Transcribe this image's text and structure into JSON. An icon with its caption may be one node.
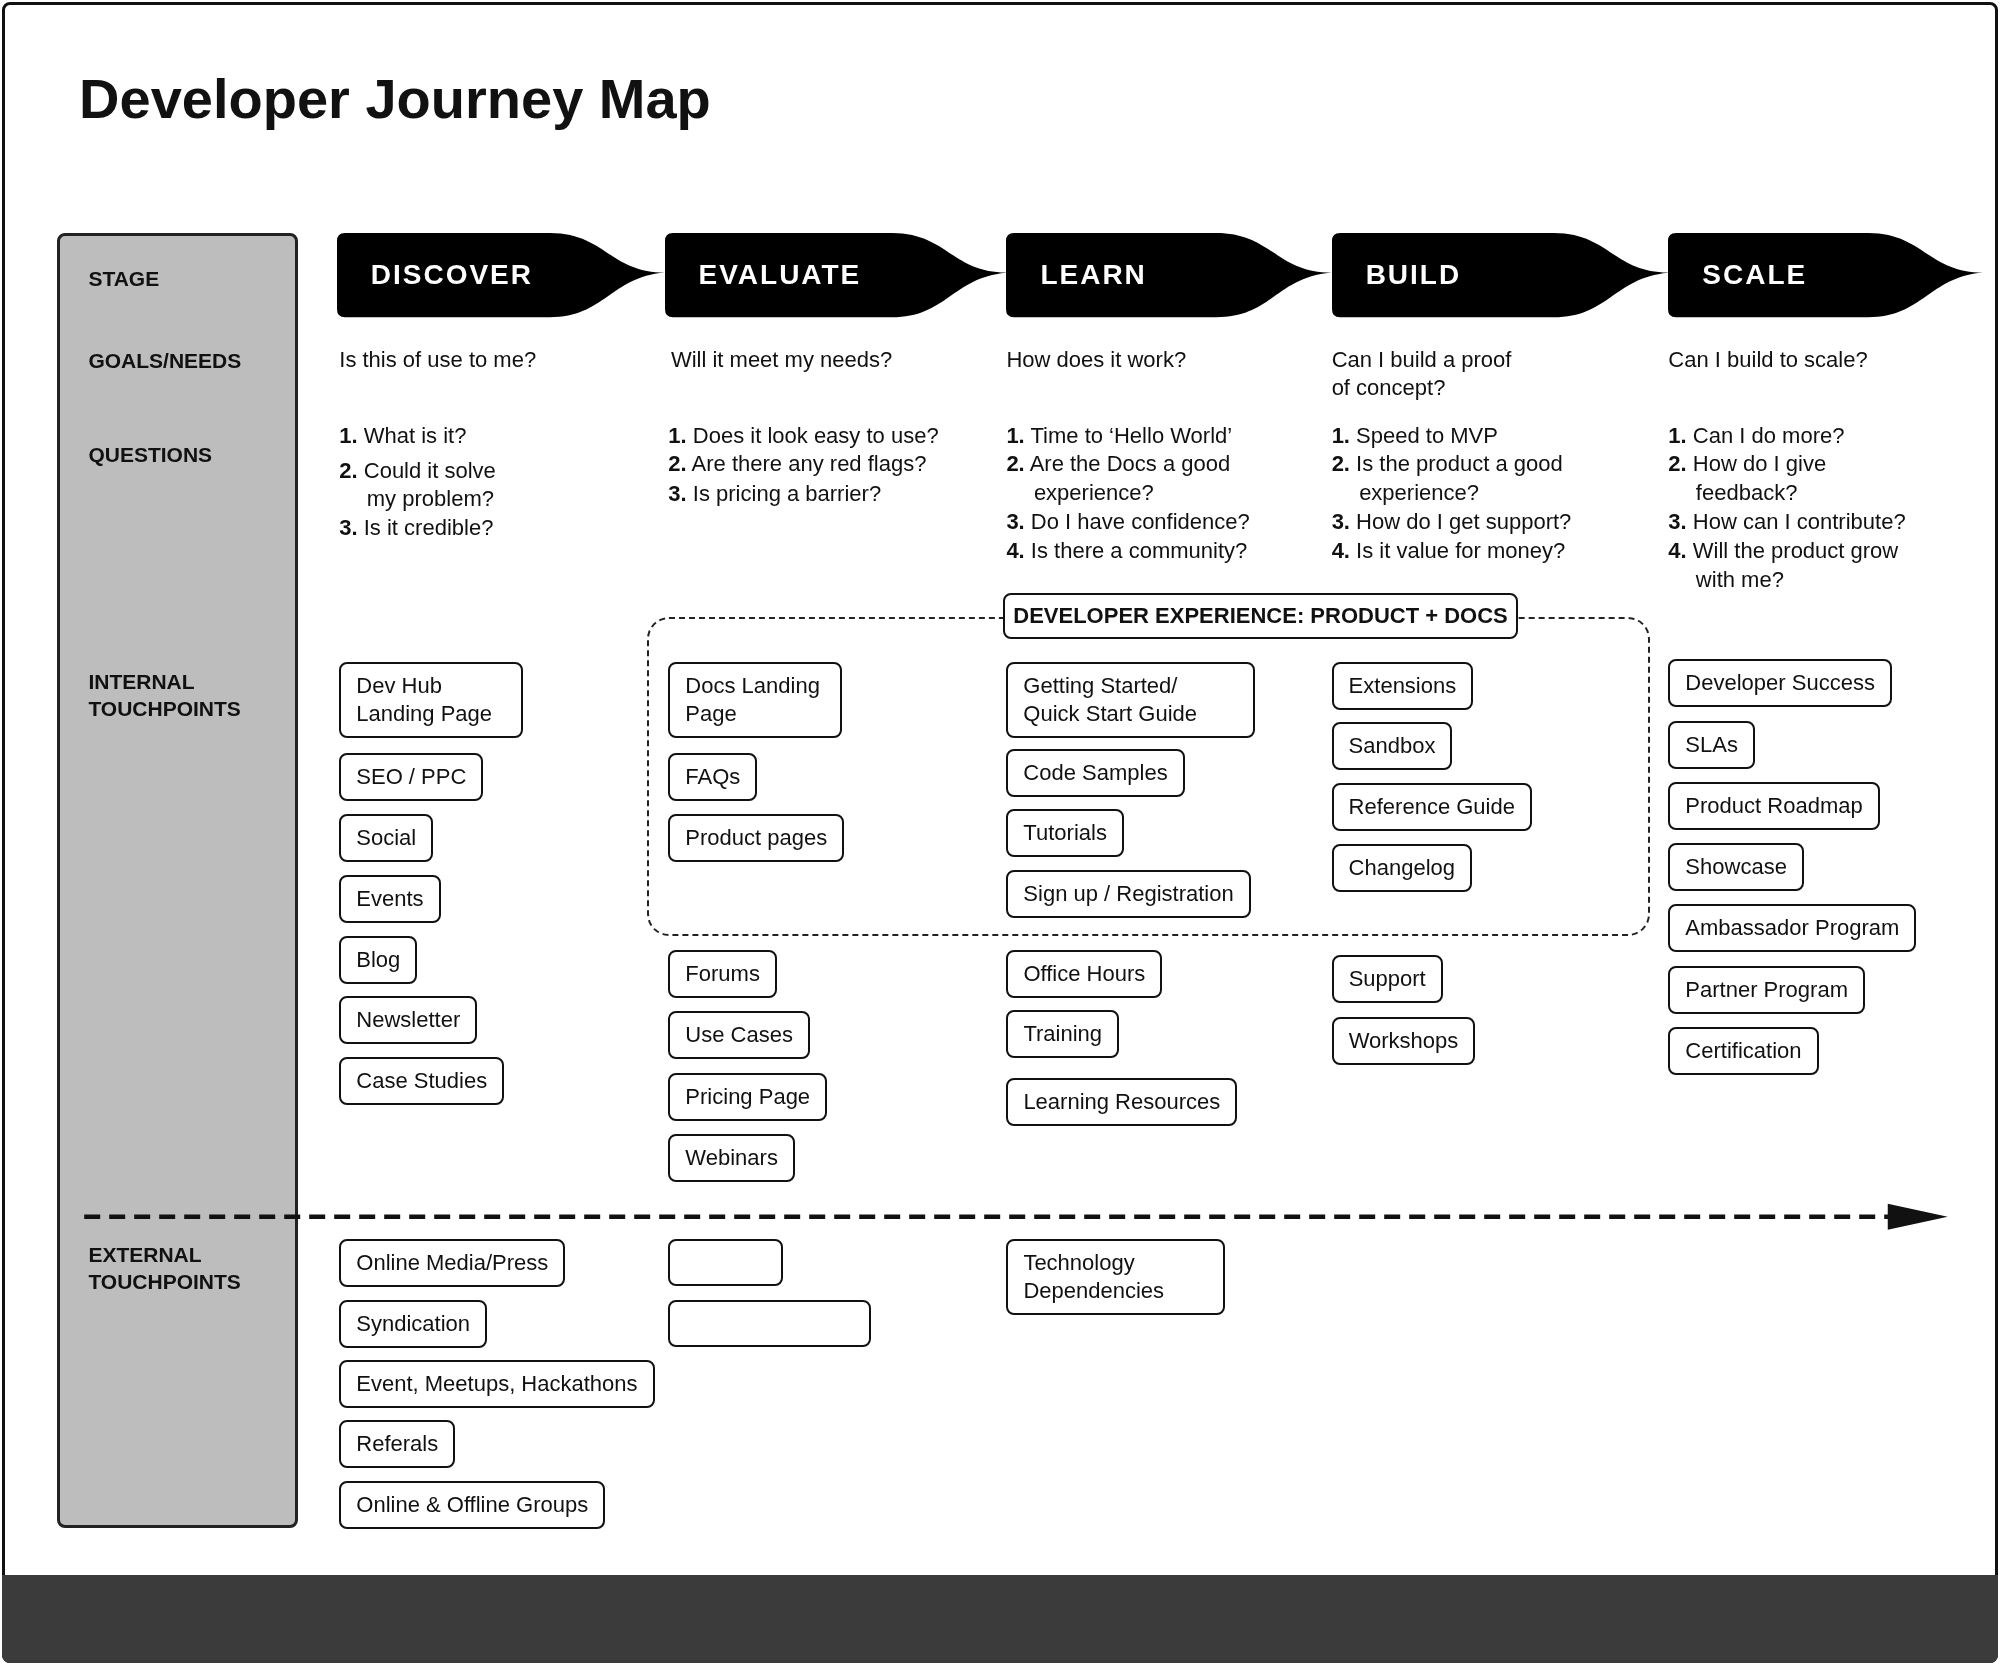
{
  "diagram": {
    "title": "Developer Journey Map",
    "nodes": [
      {
        "text": [
          "STAGE",
          "GOALS/NEEDS",
          "QUESTIONS",
          "INTERNAL TOUCHPOINTS",
          "EXTERNAL TOUCHPOINTS"
        ]
      },
      {
        "text": [
          "DISCOVER"
        ]
      },
      {
        "text": [
          "EVALUATE"
        ]
      },
      {
        "text": [
          "LEARN"
        ]
      },
      {
        "text": [
          "BUILD"
        ]
      },
      {
        "text": [
          "SCALE"
        ]
      },
      {
        "text": [
          "DEVELOPER EXPERIENCE: PRODUCT + DOCS"
        ]
      },
      {
        "text": [
          "Dev Hub Landing Page"
        ]
      },
      {
        "text": [
          "SEO / PPC"
        ]
      },
      {
        "text": [
          "Social"
        ]
      },
      {
        "text": [
          "Events"
        ]
      },
      {
        "text": [
          "Blog"
        ]
      },
      {
        "text": [
          "Newsletter"
        ]
      },
      {
        "text": [
          "Case Studies"
        ]
      },
      {
        "text": [
          "Docs Landing Page"
        ],
        "in": 6
      },
      {
        "text": [
          "FAQs"
        ],
        "in": 6
      },
      {
        "text": [
          "Product pages"
        ],
        "in": 6
      },
      {
        "text": [
          "Forums"
        ]
      },
      {
        "text": [
          "Use Cases"
        ]
      },
      {
        "text": [
          "Pricing Page"
        ]
      },
      {
        "text": [
          "Webinars"
        ]
      },
      {
        "text": [
          "Getting Started/ Quick Start Guide"
        ],
        "in": 6
      },
      {
        "text": [
          "Code Samples"
        ],
        "in": 6
      },
      {
        "text": [
          "Tutorials"
        ],
        "in": 6
      },
      {
        "text": [
          "Sign up / Registration"
        ],
        "in": 6
      },
      {
        "text": [
          "Office Hours"
        ]
      },
      {
        "text": [
          "Training"
        ]
      },
      {
        "text": [
          "Learning Resources"
        ]
      },
      {
        "text": [
          "Extensions"
        ],
        "in": 6
      },
      {
        "text": [
          "Sandbox"
        ],
        "in": 6
      },
      {
        "text": [
          "Reference Guide"
        ],
        "in": 6
      },
      {
        "text": [
          "Changelog"
        ],
        "in": 6
      },
      {
        "text": [
          "Support"
        ]
      },
      {
        "text": [
          "Workshops"
        ]
      },
      {
        "text": [
          "Developer Success"
        ]
      },
      {
        "text": [
          "SLAs"
        ]
      },
      {
        "text": [
          "Product Roadmap"
        ]
      },
      {
        "text": [
          "Showcase"
        ]
      },
      {
        "text": [
          "Ambassador Program"
        ]
      },
      {
        "text": [
          "Partner Program"
        ]
      },
      {
        "text": [
          "Certification"
        ]
      },
      {
        "text": [
          "Online Media/Press"
        ]
      },
      {
        "text": [
          "Syndication"
        ]
      },
      {
        "text": [
          "Event, Meetups, Hackathons"
        ]
      },
      {
        "text": [
          "Referals"
        ]
      },
      {
        "text": [
          "Online & Offline Groups"
        ]
      },
      {
        "text": [],
        "shape": "box"
      },
      {
        "text": [],
        "shape": "box"
      },
      {
        "text": [
          "Technology Dependencies"
        ]
      }
    ],
    "labels": [
      "Is this of use to me?",
      "Will it meet my needs?",
      "How does it work?",
      "Can I build a proof of concept?",
      "Can I build to scale?",
      "**1.** What is it?",
      "**2.** Could it solve my problem?",
      "**3.** Is it credible?",
      "**1.** Does it look easy to use?",
      "**2.** Are there any red flags?",
      "**3.** Is pricing a barrier?",
      "**1.** Time to ‘Hello World’",
      "**2.** Are the Docs a good experience?",
      "**3.** Do I have confidence?",
      "**4.** Is there a community?",
      "**1.** Speed to MVP",
      "**2.** Is the product a good experience?",
      "**3.** How do I get support?",
      "**4.** Is it value for money?",
      "**1.** Can I do more?",
      "**2.** How do I give feedback?",
      "**3.** How can I contribute?",
      "**4.** Will the product grow with me?"
    ]
  }
}
